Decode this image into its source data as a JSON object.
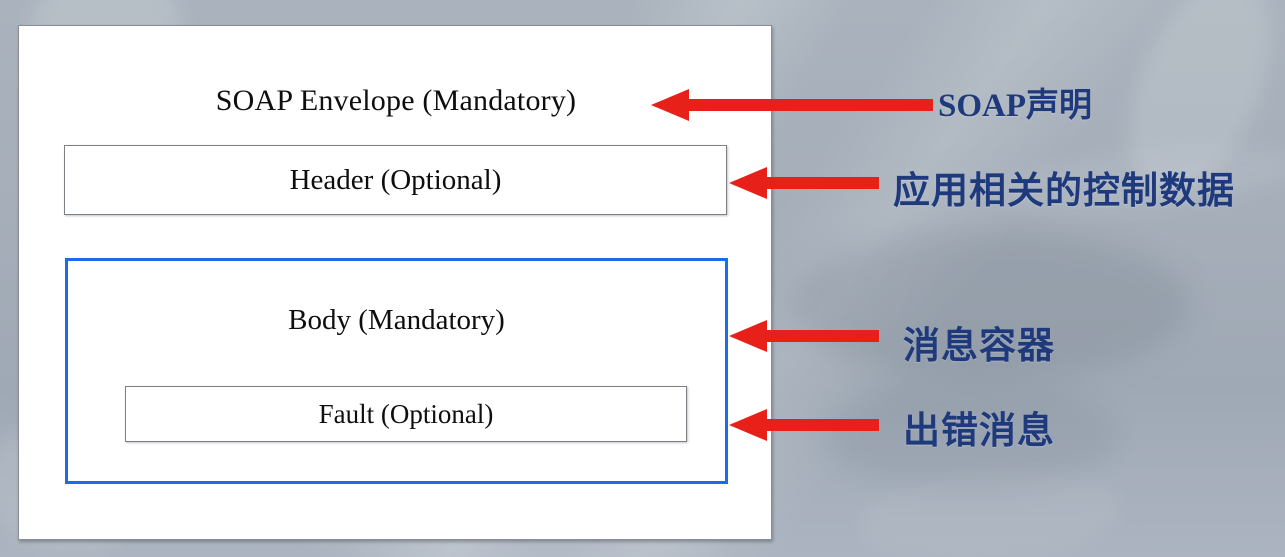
{
  "background": {
    "base_color": "#a7b0bb",
    "description": "blurred gray-blue photographic backdrop with light diagonal streaks"
  },
  "diagram": {
    "panel_bg": "#ffffff",
    "panel_border": "#8a8d92",
    "envelope": {
      "label": "SOAP Envelope (Mandatory)"
    },
    "header": {
      "label": "Header (Optional)",
      "border": "#7c7f84"
    },
    "body": {
      "label": "Body (Mandatory)",
      "border": "#1f6ae9"
    },
    "fault": {
      "label": "Fault (Optional)",
      "border": "#7c7f84"
    }
  },
  "annotations": {
    "color": "#1f3a7c",
    "arrow_color": "#e8201a",
    "items": [
      {
        "latin": "SOAP",
        "cjk": "声明",
        "full": "SOAP声明"
      },
      {
        "cjk": "应用相关的控制数据",
        "full": "应用相关的控制数据"
      },
      {
        "cjk": "消息容器",
        "full": "消息容器"
      },
      {
        "cjk": "出错消息",
        "full": "出错消息"
      }
    ]
  },
  "arrows": [
    {
      "name": "arrow-to-envelope"
    },
    {
      "name": "arrow-to-header"
    },
    {
      "name": "arrow-to-body"
    },
    {
      "name": "arrow-to-fault"
    }
  ]
}
